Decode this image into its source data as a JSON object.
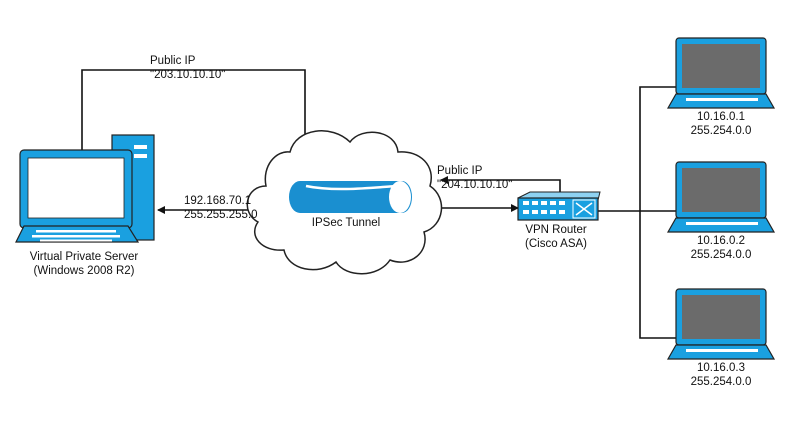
{
  "server": {
    "name": "Virtual Private Server",
    "os": "(Windows 2008 R2)",
    "ip": "192.168.70.1",
    "mask": "255.255.255.0"
  },
  "server_public": {
    "title": "Public IP",
    "ip": "\"203.10.10.10\""
  },
  "tunnel": {
    "label": "IPSec Tunnel"
  },
  "router": {
    "name": "VPN Router",
    "model": "(Cisco ASA)",
    "public_title": "Public IP",
    "public_ip": "\"204.10.10.10\""
  },
  "clients": [
    {
      "ip": "10.16.0.1",
      "mask": "255.254.0.0"
    },
    {
      "ip": "10.16.0.2",
      "mask": "255.254.0.0"
    },
    {
      "ip": "10.16.0.3",
      "mask": "255.254.0.0"
    }
  ],
  "colors": {
    "device_blue": "#1aa0e0",
    "screen_grey": "#6b6b6b",
    "line": "#111111",
    "tunnel_blue": "#1a8fd0"
  },
  "icons": [
    "desktop-computer-icon",
    "cloud-icon",
    "tunnel-pipe-icon",
    "network-switch-icon",
    "laptop-icon"
  ]
}
